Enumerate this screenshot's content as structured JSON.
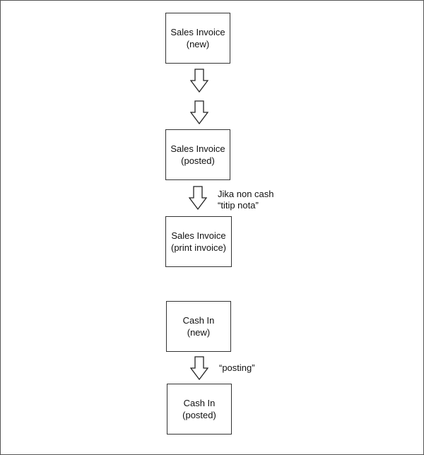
{
  "diagram": {
    "nodes": [
      {
        "id": "si-new",
        "line1": "Sales Invoice",
        "line2": "(new)"
      },
      {
        "id": "si-posted",
        "line1": "Sales Invoice",
        "line2": "(posted)"
      },
      {
        "id": "si-print",
        "line1": "Sales Invoice",
        "line2": "(print invoice)"
      },
      {
        "id": "ci-new",
        "line1": "Cash In",
        "line2": "(new)"
      },
      {
        "id": "ci-posted",
        "line1": "Cash In",
        "line2": "(posted)"
      }
    ],
    "notes": {
      "non_cash_line1": "Jika non cash",
      "non_cash_line2": "“titip nota”",
      "posting": "“posting”"
    },
    "colors": {
      "border": "#333333",
      "arrow_stroke": "#222222",
      "arrow_fill": "#ffffff"
    }
  }
}
